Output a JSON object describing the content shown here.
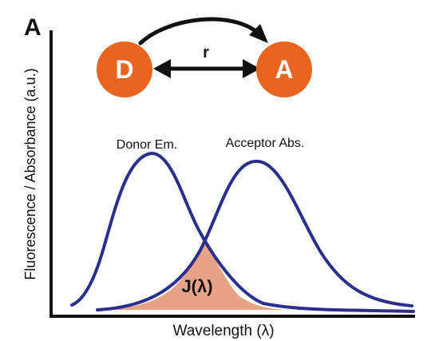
{
  "panel_label": "A",
  "donor": {
    "label": "D",
    "color": "#e8641f"
  },
  "acceptor": {
    "label": "A",
    "color": "#e8641f"
  },
  "distance_label": "r",
  "y_axis_label": "Fluorescence / Absorbance (a.u.)",
  "x_axis_label": "Wavelength (λ)",
  "curves": {
    "donor_label": "Donor Em.",
    "acceptor_label": "Acceptor Abs.",
    "line_color": "#2a2e8c"
  },
  "overlap": {
    "label": "J(λ)",
    "color": "#e7a287"
  },
  "colors": {
    "axis": "#111111",
    "arrow": "#111111"
  }
}
